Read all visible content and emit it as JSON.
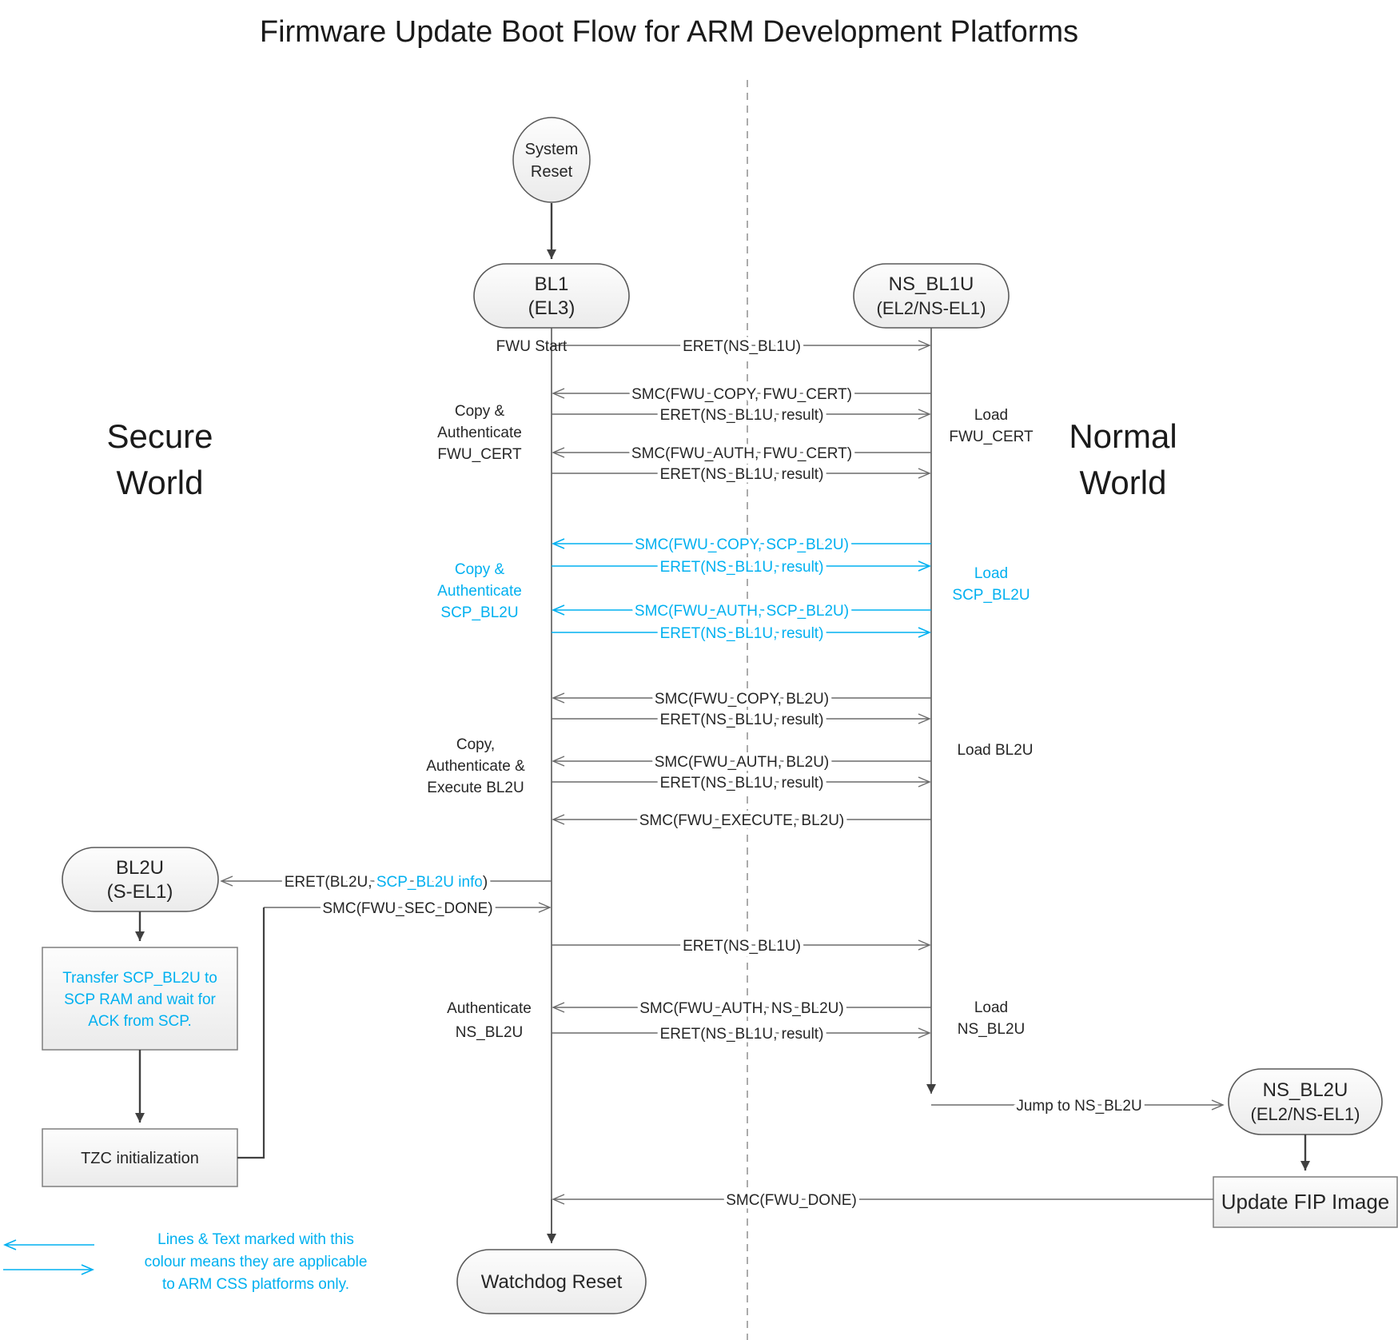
{
  "title": "Firmware Update Boot Flow for ARM Development Platforms",
  "colors": {
    "accent": "#00B0F0",
    "line": "#6b6b6b",
    "flow": "#404040",
    "text": "#262626"
  },
  "regions": {
    "secure_line1": "Secure",
    "secure_line2": "World",
    "normal_line1": "Normal",
    "normal_line2": "World"
  },
  "nodes": {
    "system_reset": {
      "line1": "System",
      "line2": "Reset"
    },
    "bl1": {
      "line1": "BL1",
      "line2": "(EL3)"
    },
    "ns_bl1u": {
      "line1": "NS_BL1U",
      "line2": "(EL2/NS-EL1)"
    },
    "bl2u": {
      "line1": "BL2U",
      "line2": "(S-EL1)"
    },
    "ns_bl2u": {
      "line1": "NS_BL2U",
      "line2": "(EL2/NS-EL1)"
    },
    "watchdog": {
      "label": "Watchdog Reset"
    },
    "transfer_scp": {
      "line1": "Transfer SCP_BL2U to",
      "line2": "SCP RAM and wait for",
      "line3": "ACK from SCP."
    },
    "tzc_init": {
      "label": "TZC initialization"
    },
    "update_fip": {
      "label": "Update FIP Image"
    }
  },
  "messages": {
    "eret_ns_bl1u_1": "ERET(NS_BL1U)",
    "smc_copy_fwu_cert": "SMC(FWU_COPY, FWU_CERT)",
    "eret_result_1": "ERET(NS_BL1U, result)",
    "smc_auth_fwu_cert": "SMC(FWU_AUTH, FWU_CERT)",
    "eret_result_2": "ERET(NS_BL1U, result)",
    "smc_copy_scp_bl2u": "SMC(FWU_COPY, SCP_BL2U)",
    "eret_result_3": "ERET(NS_BL1U, result)",
    "smc_auth_scp_bl2u": "SMC(FWU_AUTH, SCP_BL2U)",
    "eret_result_4": "ERET(NS_BL1U, result)",
    "smc_copy_bl2u": "SMC(FWU_COPY, BL2U)",
    "eret_result_5": "ERET(NS_BL1U, result)",
    "smc_auth_bl2u": "SMC(FWU_AUTH, BL2U)",
    "eret_result_6": "ERET(NS_BL1U, result)",
    "smc_execute_bl2u": "SMC(FWU_EXECUTE, BL2U)",
    "eret_bl2u_prefix": "ERET(BL2U, ",
    "eret_bl2u_accent": "SCP_BL2U info",
    "eret_bl2u_suffix": ")",
    "smc_sec_done": "SMC(FWU_SEC_DONE)",
    "eret_ns_bl1u_2": "ERET(NS_BL1U)",
    "smc_auth_ns_bl2u": "SMC(FWU_AUTH, NS_BL2U)",
    "eret_result_7": "ERET(NS_BL1U, result)",
    "jump_to_ns_bl2u": "Jump to NS_BL2U",
    "smc_fwu_done": "SMC(FWU_DONE)"
  },
  "side_labels": {
    "fwu_start": "FWU Start",
    "copy_auth_fwu_cert": {
      "line1": "Copy &",
      "line2": "Authenticate",
      "line3": "FWU_CERT"
    },
    "copy_auth_scp_bl2u": {
      "line1": "Copy &",
      "line2": "Authenticate",
      "line3": "SCP_BL2U"
    },
    "copy_auth_exec_bl2u": {
      "line1": "Copy,",
      "line2": "Authenticate &",
      "line3": "Execute BL2U"
    },
    "auth_ns_bl2u": {
      "line1": "Authenticate",
      "line2": "NS_BL2U"
    },
    "load_fwu_cert": {
      "line1": "Load",
      "line2": "FWU_CERT"
    },
    "load_scp_bl2u": {
      "line1": "Load",
      "line2": "SCP_BL2U"
    },
    "load_bl2u": "Load BL2U",
    "load_ns_bl2u": {
      "line1": "Load",
      "line2": "NS_BL2U"
    }
  },
  "legend": {
    "line1": "Lines & Text marked with this",
    "line2": "colour means they are applicable",
    "line3": "to ARM CSS platforms only."
  }
}
